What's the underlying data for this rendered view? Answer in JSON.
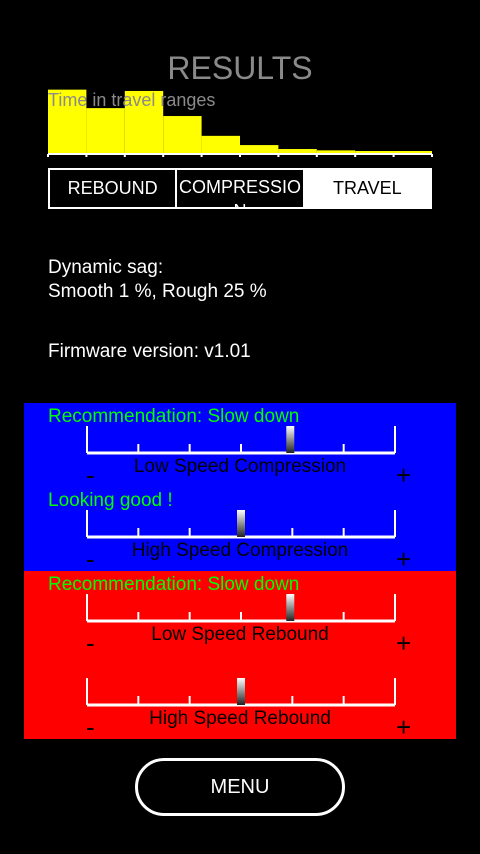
{
  "header": {
    "title": "RESULTS"
  },
  "histogram": {
    "label": "Time in travel ranges",
    "bar_color": "#ffff00",
    "values": [
      0.96,
      0.68,
      0.94,
      0.56,
      0.26,
      0.12,
      0.06,
      0.04,
      0.03,
      0.03
    ]
  },
  "tabs": [
    {
      "label": "REBOUND",
      "active": false
    },
    {
      "label": "COMPRESSION",
      "active": false
    },
    {
      "label": "TRAVEL",
      "active": true
    }
  ],
  "sag": {
    "title": "Dynamic sag:",
    "value": "Smooth 1 %, Rough 25 %"
  },
  "firmware": {
    "text": "Firmware version: v1.01"
  },
  "compression_panel": {
    "color": "#0000ff",
    "low": {
      "recommendation": "Recommendation: Slow down",
      "label": "Low Speed Compression",
      "position": 0.66
    },
    "high": {
      "recommendation": "Looking good !",
      "label": "High Speed Compression",
      "position": 0.5
    }
  },
  "rebound_panel": {
    "color": "#ff0000",
    "low": {
      "recommendation": "Recommendation: Slow down",
      "label": "Low Speed Rebound",
      "position": 0.66
    },
    "high": {
      "recommendation": "",
      "label": "High Speed Rebound",
      "position": 0.5
    }
  },
  "slider_symbols": {
    "minus": "-",
    "plus": "+"
  },
  "menu": {
    "label": "MENU"
  }
}
